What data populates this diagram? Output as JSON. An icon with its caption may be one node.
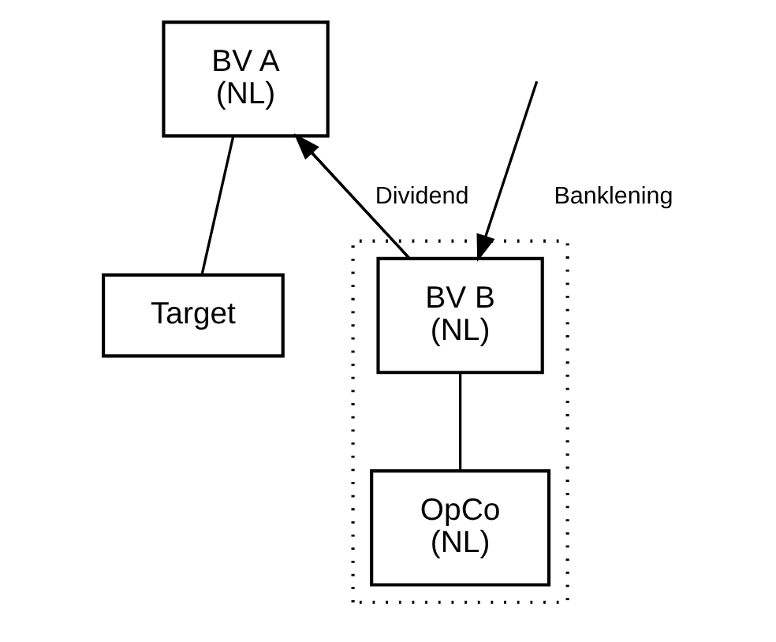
{
  "diagram": {
    "nodes": [
      {
        "text": [
          "BV A",
          "(NL)"
        ]
      },
      {
        "text": [
          "Target"
        ]
      },
      {
        "text": [],
        "shape": "box"
      },
      {
        "text": [
          "BV B",
          "(NL)"
        ],
        "in": 2
      },
      {
        "text": [
          "OpCo",
          "(NL)"
        ],
        "in": 2
      }
    ],
    "edges": [
      {
        "from": 0,
        "to": 1,
        "arrow": "none"
      },
      {
        "from": 0,
        "to": 3,
        "arrow": "none"
      },
      {
        "from": 3,
        "to": 0,
        "arrow": "to",
        "label": "Dividend"
      },
      {
        "from": 3,
        "to": 4,
        "arrow": "none"
      },
      {
        "from": null,
        "to": 3,
        "arrow": "to",
        "label": "Banklening"
      }
    ]
  }
}
